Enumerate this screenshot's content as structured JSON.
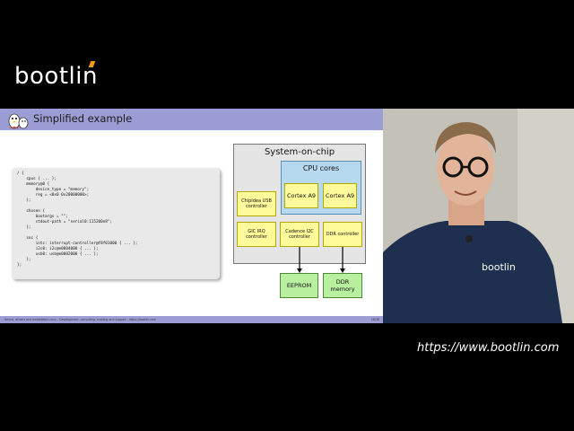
{
  "brand": {
    "logo_text": "bootlin",
    "url": "https://www.bootlin.com",
    "accent_color": "#f39c12"
  },
  "slide": {
    "title": "Simplified example",
    "title_bar_color": "#9d9dd6",
    "code_lines": [
      "/ {",
      "    cpus { ... };",
      "    memory@0 {",
      "        device_type = \"memory\";",
      "        reg = <0x0 0x20000000>;",
      "    };",
      "",
      "    chosen {",
      "        bootargs = \"\";",
      "        stdout-path = \"serial0:115200n8\";",
      "    };",
      "",
      "    soc {",
      "        intc: interrupt-controller@f8f01000 { ... };",
      "        i2c0: i2c@e0004000 { ... };",
      "        usb0: usb@e0002000 { ... };",
      "    };",
      "};"
    ],
    "footer_left": "- Kernel, drivers and embedded Linux - Development, consulting, training and support - https://bootlin.com",
    "footer_right": "16/38"
  },
  "diagram": {
    "soc_label": "System-on-chip",
    "cpu_label": "CPU cores",
    "core1": "Cortex A9",
    "core2": "Cortex A9",
    "usb": "ChipIdea USB controller",
    "gic": "GIC IRQ controller",
    "i2c": "Cadence I2C controller",
    "ddr_ctrl": "DDR controller",
    "eeprom": "EEPROM",
    "ddr_mem": "DDR memory"
  },
  "video": {
    "shirt_logo": "bootlin"
  }
}
